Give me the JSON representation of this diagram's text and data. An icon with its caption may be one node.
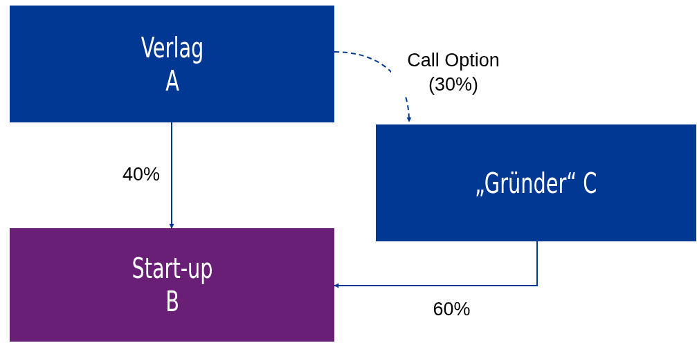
{
  "diagram": {
    "nodes": [
      {
        "text": [
          "Verlag A"
        ]
      },
      {
        "text": [
          "„Gründer“ C"
        ]
      },
      {
        "text": [
          "Start-up B"
        ]
      }
    ],
    "edges": [
      {
        "from": 0,
        "to": 1,
        "arrow": "to",
        "style": "dashed",
        "label": "Call Option (30%)"
      },
      {
        "from": 0,
        "to": 2,
        "arrow": "to",
        "label": "40%"
      },
      {
        "from": 1,
        "to": 2,
        "arrow": "to",
        "label": "60%"
      }
    ]
  }
}
